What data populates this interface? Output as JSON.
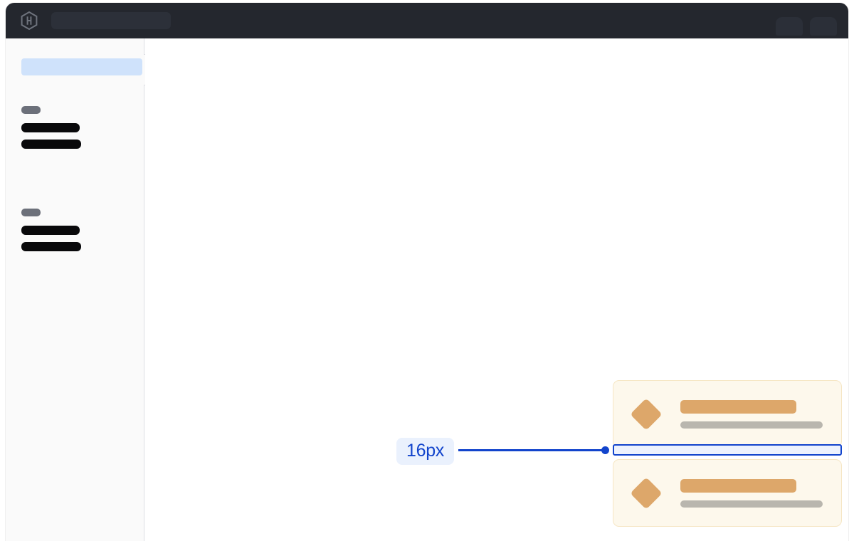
{
  "window": {
    "title_bar_color": "#24272E",
    "background": "#FFFFFF"
  },
  "topbar": {
    "logo_icon": "hashicorp-hexagon-logo",
    "logo_alt": "",
    "search": {
      "value": "",
      "placeholder": ""
    },
    "right_items": [
      {
        "name": "topbar-chip-1",
        "label": ""
      },
      {
        "name": "topbar-chip-2",
        "label": ""
      }
    ]
  },
  "sidebar": {
    "collapse_handle_icon": "sidebar-collapse-handle",
    "active_item": {
      "label": "",
      "highlight_color": "#CFE2FB"
    },
    "groups": [
      {
        "section_label": "",
        "items": [
          {
            "label": ""
          },
          {
            "label": ""
          }
        ]
      },
      {
        "section_label": "",
        "items": [
          {
            "label": ""
          },
          {
            "label": ""
          }
        ]
      }
    ]
  },
  "main": {
    "cards": [
      {
        "icon": "diamond-icon",
        "title": "",
        "subtitle": ""
      },
      {
        "icon": "diamond-icon",
        "title": "",
        "subtitle": ""
      }
    ],
    "spacing_annotation": {
      "label": "16px",
      "value": 16,
      "unit": "px",
      "accent_color": "#1244CC",
      "badge_background": "#EAF1FD",
      "fill_color": "#EDF2FD"
    }
  },
  "colors": {
    "card_background": "#FDF8EC",
    "card_border": "#F6E6C4",
    "card_accent": "#DDA76A",
    "card_muted": "#B9B6AE",
    "sidebar_background": "#FAFAFA",
    "sidebar_border": "#DCDDE2",
    "nav_item": "#09090B",
    "nav_section": "#6C707A"
  }
}
